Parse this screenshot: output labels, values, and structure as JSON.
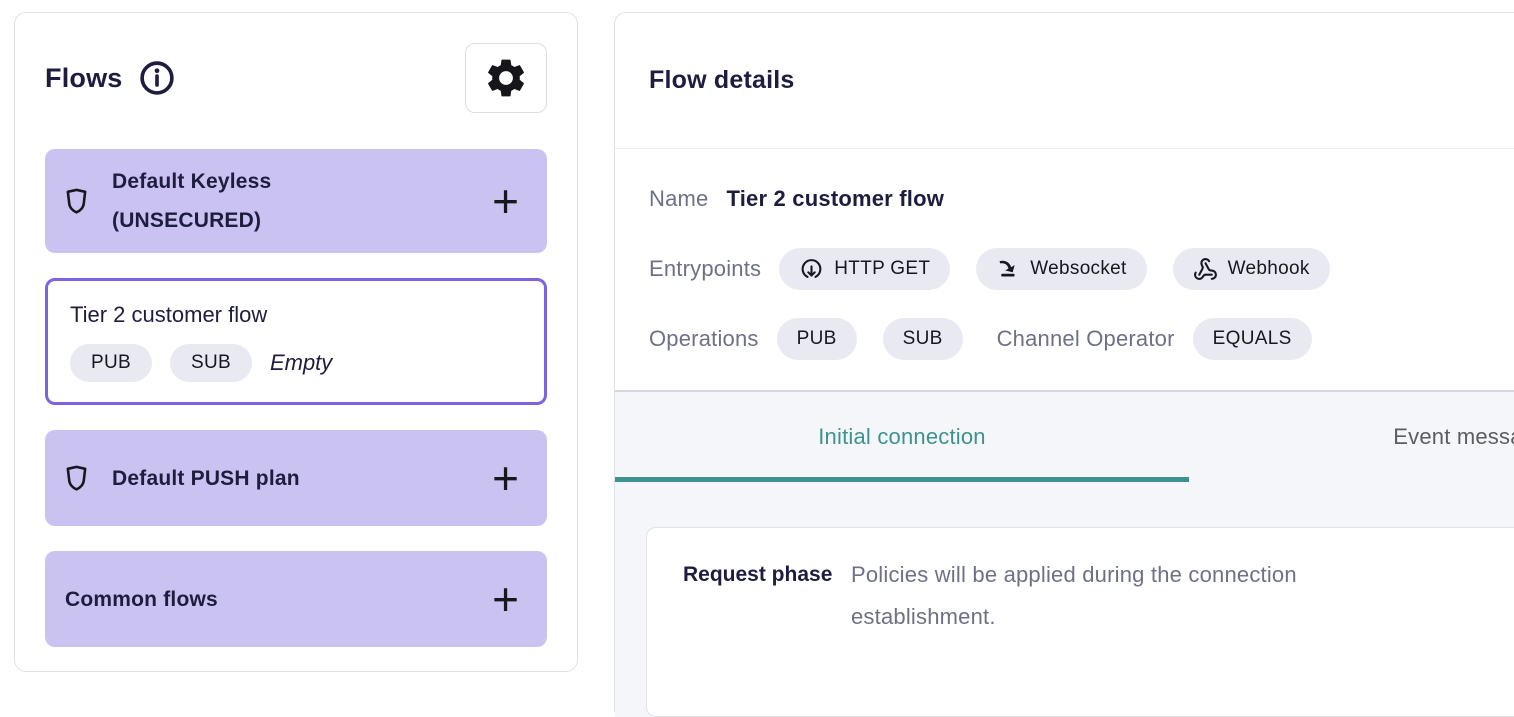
{
  "colors": {
    "accent_purple": "#7d63e3",
    "plan_purple": "#cac3f1",
    "chip_gray": "#e9e9f1",
    "accent_teal": "#3e928d",
    "text_dark": "#1e1d3f",
    "label_gray": "#6e7086"
  },
  "icons": {
    "info": "info-icon",
    "settings": "gear-icon",
    "plan_shield": "shield-icon",
    "add": "plus-icon",
    "http_get": "arrow-down-circle-icon",
    "websocket": "websocket-icon",
    "webhook": "webhook-icon"
  },
  "sidebar": {
    "title": "Flows",
    "items": [
      {
        "label": "Default Keyless (UNSECURED)",
        "add_label": "+"
      },
      {
        "label": "Tier 2 customer flow",
        "chips": [
          "PUB",
          "SUB"
        ],
        "empty_label": "Empty",
        "selected": true
      },
      {
        "label": "Default PUSH plan",
        "add_label": "+"
      },
      {
        "label": "Common flows",
        "add_label": "+"
      }
    ]
  },
  "details": {
    "title": "Flow details",
    "name_label": "Name",
    "name_value": "Tier 2 customer flow",
    "entrypoints_label": "Entrypoints",
    "entrypoints": [
      {
        "label": "HTTP GET"
      },
      {
        "label": "Websocket"
      },
      {
        "label": "Webhook"
      }
    ],
    "operations_label": "Operations",
    "operations": [
      "PUB",
      "SUB"
    ],
    "channel_operator_label": "Channel Operator",
    "channel_operator_value": "EQUALS",
    "tabs": [
      {
        "label": "Initial connection",
        "active": true
      },
      {
        "label": "Event messages",
        "active": false
      }
    ],
    "request_phase": {
      "label": "Request phase",
      "description": "Policies will be applied during the connection establishment."
    }
  }
}
